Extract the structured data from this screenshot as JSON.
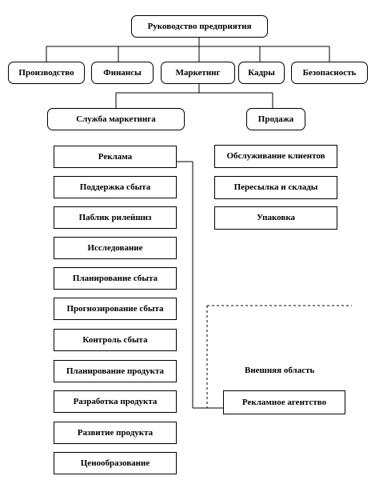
{
  "top": "Руководство предприятия",
  "departments": [
    "Производство",
    "Финансы",
    "Маркетинг",
    "Кадры",
    "Безопасность"
  ],
  "marketing_service": "Служба маркетинга",
  "sales": "Продажа",
  "marketing_units": [
    "Реклама",
    "Поддержка сбыта",
    "Паблик рилейшнз",
    "Исследование",
    "Планирование сбыта",
    "Прогнозирование сбыта",
    "Контроль сбыта",
    "Планирование продукта",
    "Разработка продукта",
    "Развитие продукта",
    "Ценообразование"
  ],
  "sales_units": [
    "Обслуживание клиентов",
    "Пересылка и склады",
    "Упаковка"
  ],
  "external_area": "Внешняя область",
  "ad_agency": "Рекламное агентство"
}
